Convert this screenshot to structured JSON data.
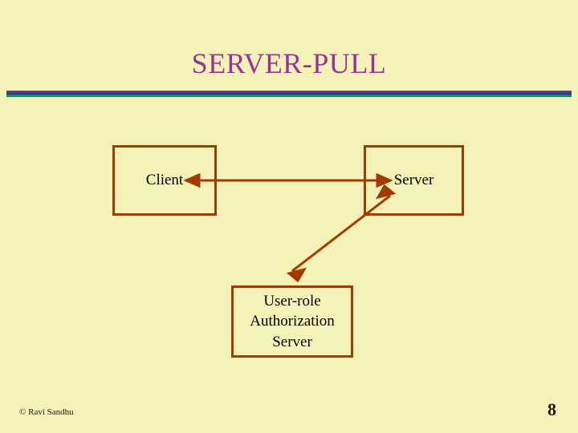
{
  "slide": {
    "title": "SERVER-PULL",
    "footer": "© Ravi Sandhu",
    "page_number": "8",
    "background_color": "#f5f2b8",
    "title_color": "#993399",
    "box_border_color": "#a33b00",
    "arrow_color": "#a33b00",
    "rule_colors": [
      "#7a2b8f",
      "#1f3b8f",
      "#1a8a6a"
    ]
  },
  "diagram": {
    "type": "flow",
    "nodes": [
      {
        "id": "client",
        "label": "Client"
      },
      {
        "id": "server",
        "label": "Server"
      },
      {
        "id": "auth",
        "label": "User-role\nAuthorization\nServer",
        "line1": "User-role",
        "line2": "Authorization",
        "line3": "Server"
      }
    ],
    "edges": [
      {
        "from": "client",
        "to": "server",
        "style": "double-headed"
      },
      {
        "from": "server",
        "to": "auth",
        "style": "double-headed"
      }
    ]
  }
}
